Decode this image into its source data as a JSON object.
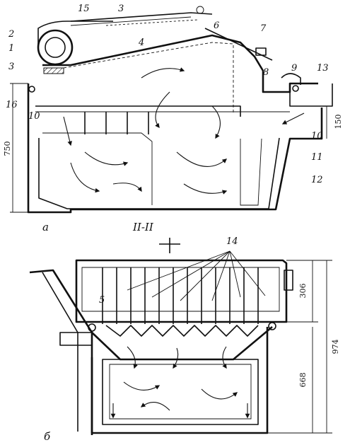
{
  "figure": {
    "captions": {
      "view_a": "а",
      "view_b": "б",
      "section": "II-II"
    },
    "callouts": [
      "1",
      "2",
      "3",
      "4",
      "5",
      "6",
      "7",
      "8",
      "9",
      "10",
      "11",
      "12",
      "13",
      "14",
      "15",
      "16"
    ],
    "dimensions": {
      "height_a": "750",
      "inlet_height": "150",
      "cover_height": "306",
      "total_height_b": "974",
      "tank_height_b": "668"
    }
  }
}
